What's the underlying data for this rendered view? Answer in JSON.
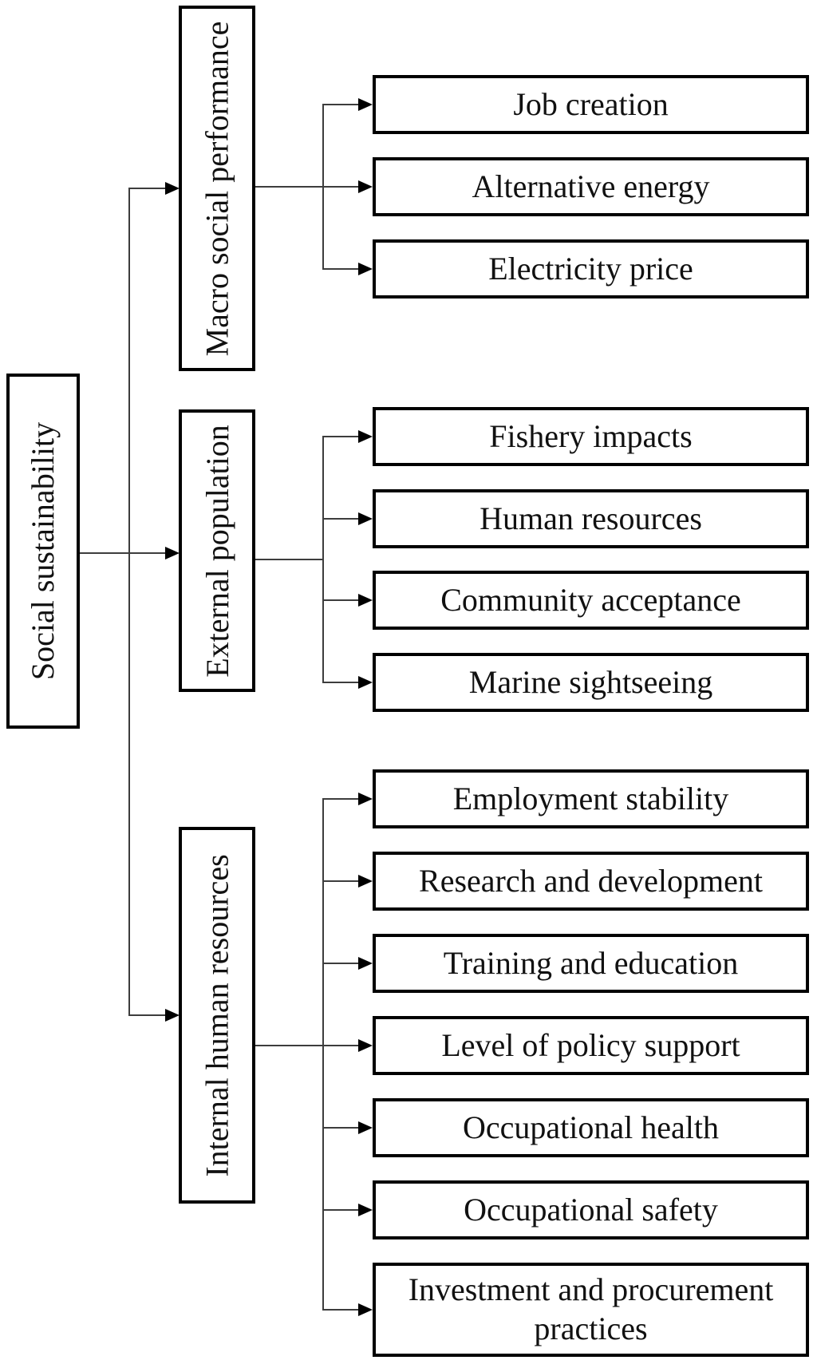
{
  "diagram": {
    "type": "hierarchy-tree",
    "orientation": "left-to-right",
    "colors": {
      "background": "#ffffff",
      "box_border": "#000000",
      "connector_line": "#3d3d3d",
      "text": "#111111"
    }
  },
  "root": {
    "label": "Social sustainability"
  },
  "groups": [
    {
      "category": "Macro social performance",
      "leaves": [
        "Job creation",
        "Alternative energy",
        "Electricity price"
      ]
    },
    {
      "category": "External population",
      "leaves": [
        "Fishery impacts",
        "Human resources",
        "Community acceptance",
        "Marine sightseeing"
      ]
    },
    {
      "category": "Internal human resources",
      "leaves": [
        "Employment stability",
        "Research and development",
        "Training and education",
        "Level of policy support",
        "Occupational health",
        "Occupational safety",
        "Investment and procurement practices"
      ]
    }
  ]
}
